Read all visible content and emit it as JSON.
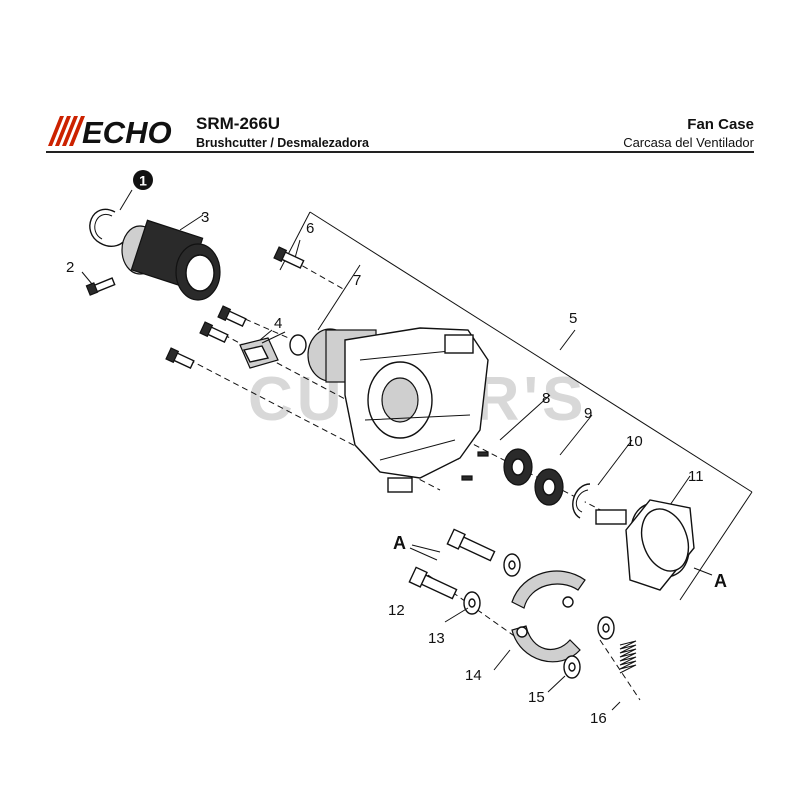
{
  "header": {
    "brand": "ECHO",
    "model": "SRM-266U",
    "subtitle": "Brushcutter / Desmalezadora",
    "section_en": "Fan Case",
    "section_es": "Carcasa del Ventilador"
  },
  "watermark": "CUTTER'S",
  "callouts": {
    "c1": "1",
    "c2": "2",
    "c3": "3",
    "c4": "4",
    "c5": "5",
    "c6": "6",
    "c7": "7",
    "c8": "8",
    "c9": "9",
    "c10": "10",
    "c11": "11",
    "c12": "12",
    "c13": "13",
    "c14": "14",
    "c15": "15",
    "c16": "16",
    "a_left": "A",
    "a_right": "A"
  },
  "colors": {
    "logo": "#111111",
    "accent": "#cc2200"
  }
}
